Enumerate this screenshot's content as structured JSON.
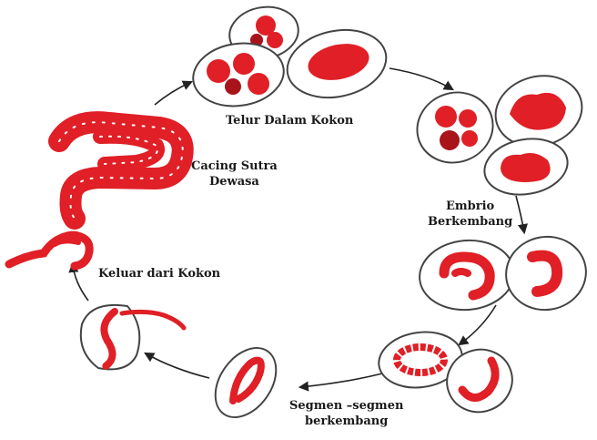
{
  "diagram": {
    "colors": {
      "worm": "#e01f26",
      "worm_dark": "#a8141a",
      "cocoon_fill": "#ffffff",
      "cocoon_stroke": "#444444",
      "arrow": "#222222"
    },
    "stages": [
      {
        "id": "egg",
        "label_lines": [
          "Telur Dalam Kokon"
        ]
      },
      {
        "id": "embryo",
        "label_lines": [
          "Embrio",
          "Berkembang"
        ]
      },
      {
        "id": "segments",
        "label_lines": [
          "Segmen –segmen",
          "berkembang"
        ]
      },
      {
        "id": "hatch",
        "label_lines": [
          "Keluar dari Kokon"
        ]
      },
      {
        "id": "adult",
        "label_lines": [
          "Cacing Sutra",
          "Dewasa"
        ]
      }
    ]
  }
}
